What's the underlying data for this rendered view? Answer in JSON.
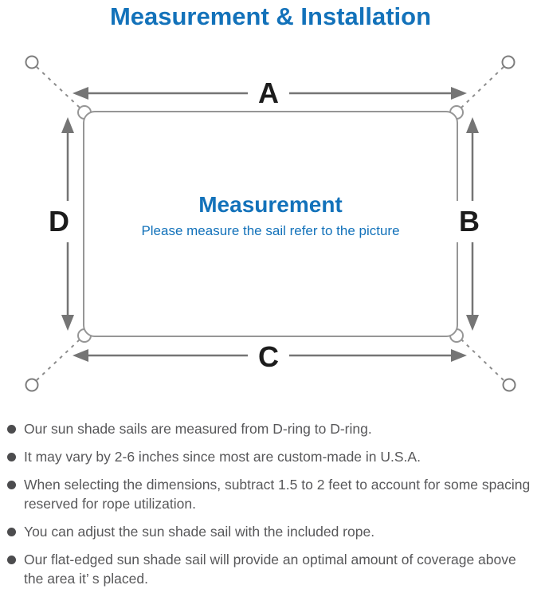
{
  "title": "Measurement & Installation",
  "colors": {
    "accent_blue": "#1372ba",
    "diagram_outline_gray": "#969696",
    "arrow_gray": "#757575",
    "note_text_gray": "#58585a"
  },
  "diagram": {
    "heading": "Measurement",
    "subheading": "Please measure the sail refer to the picture",
    "labels": {
      "top": "A",
      "right": "B",
      "bottom": "C",
      "left": "D"
    }
  },
  "notes": [
    "Our sun shade sails are measured from D-ring to D-ring.",
    "It may vary by 2-6 inches since most are custom-made in U.S.A.",
    "When selecting the dimensions, subtract 1.5 to 2 feet to account for some spacing reserved for rope utilization.",
    "You can adjust the sun shade sail with the included rope.",
    "Our flat-edged sun shade sail will provide an optimal amount of coverage above the area it’ s placed."
  ]
}
